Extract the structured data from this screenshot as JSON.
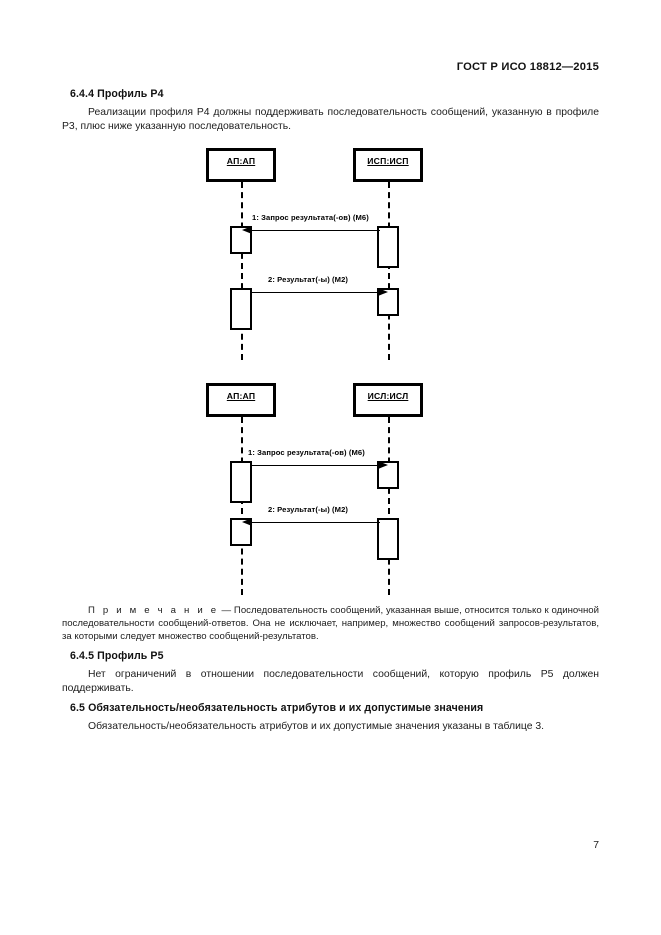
{
  "header": {
    "standard_title": "ГОСТ Р ИСО 18812—2015"
  },
  "clause_644": {
    "heading": "6.4.4  Профиль Р4",
    "paragraph": "Реализации профиля Р4 должны поддерживать последовательность сообщений, указанную в профиле Р3, плюс ниже указанную последовательность."
  },
  "diagrams": [
    {
      "name": "sequence-diagram-1",
      "left_actor": "АП:АП",
      "right_actor": "ИСП:ИСП",
      "messages": [
        {
          "label": "1: Запрос результата(-ов) (М6)",
          "direction": "right-to-left"
        },
        {
          "label": "2: Результат(-ы) (М2)",
          "direction": "left-to-right"
        }
      ]
    },
    {
      "name": "sequence-diagram-2",
      "left_actor": "АП:АП",
      "right_actor": "ИСЛ:ИСЛ",
      "messages": [
        {
          "label": "1: Запрос результата(-ов) (М6)",
          "direction": "left-to-right"
        },
        {
          "label": "2: Результат(-ы) (М2)",
          "direction": "right-to-left"
        }
      ]
    }
  ],
  "note": {
    "label": "П р и м е ч а н и е",
    "dash": "—",
    "text": "Последовательность сообщений, указанная выше, относится только к одиночной последовательности сообщений-ответов. Она не исключает, например, множество сообщений запросов-результатов, за которыми следует множество сообщений-результатов."
  },
  "clause_645": {
    "heading": "6.4.5  Профиль Р5",
    "paragraph": "Нет ограничений в отношении последовательности сообщений, которую профиль Р5  должен поддерживать."
  },
  "clause_65": {
    "heading": "6.5  Обязательность/необязательность атрибутов и их допустимые значения",
    "paragraph": "Обязательность/необязательность атрибутов и их допустимые значения указаны в таблице 3."
  },
  "footer": {
    "page_number": "7"
  }
}
